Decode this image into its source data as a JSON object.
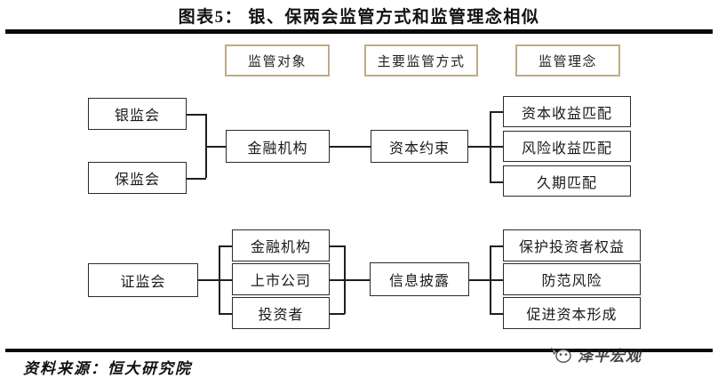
{
  "title": "图表5： 银、保两会监管方式和监管理念相似",
  "headers": [
    {
      "label": "监管对象"
    },
    {
      "label": "主要监管方式"
    },
    {
      "label": "监管理念"
    }
  ],
  "top_row": {
    "regulators": [
      {
        "label": "银监会"
      },
      {
        "label": "保监会"
      }
    ],
    "object": {
      "label": "金融机构"
    },
    "method": {
      "label": "资本约束"
    },
    "concepts": [
      {
        "label": "资本收益匹配"
      },
      {
        "label": "风险收益匹配"
      },
      {
        "label": "久期匹配"
      }
    ]
  },
  "bottom_row": {
    "regulator": {
      "label": "证监会"
    },
    "objects": [
      {
        "label": "金融机构"
      },
      {
        "label": "上市公司"
      },
      {
        "label": "投资者"
      }
    ],
    "method": {
      "label": "信息披露"
    },
    "concepts": [
      {
        "label": "保护投资者权益"
      },
      {
        "label": "防范风险"
      },
      {
        "label": "促进资本形成"
      }
    ]
  },
  "footer": {
    "source": "资料来源：恒大研究院",
    "watermark": "泽平宏观"
  },
  "colors": {
    "rule": "#0a0a0a",
    "box_border": "#8a8a8a",
    "box_border_dark": "#2b2b2b",
    "header_border": "#c0ab87",
    "connector": "#1f1f1f",
    "background": "#ffffff",
    "text": "#1a1a1a"
  }
}
